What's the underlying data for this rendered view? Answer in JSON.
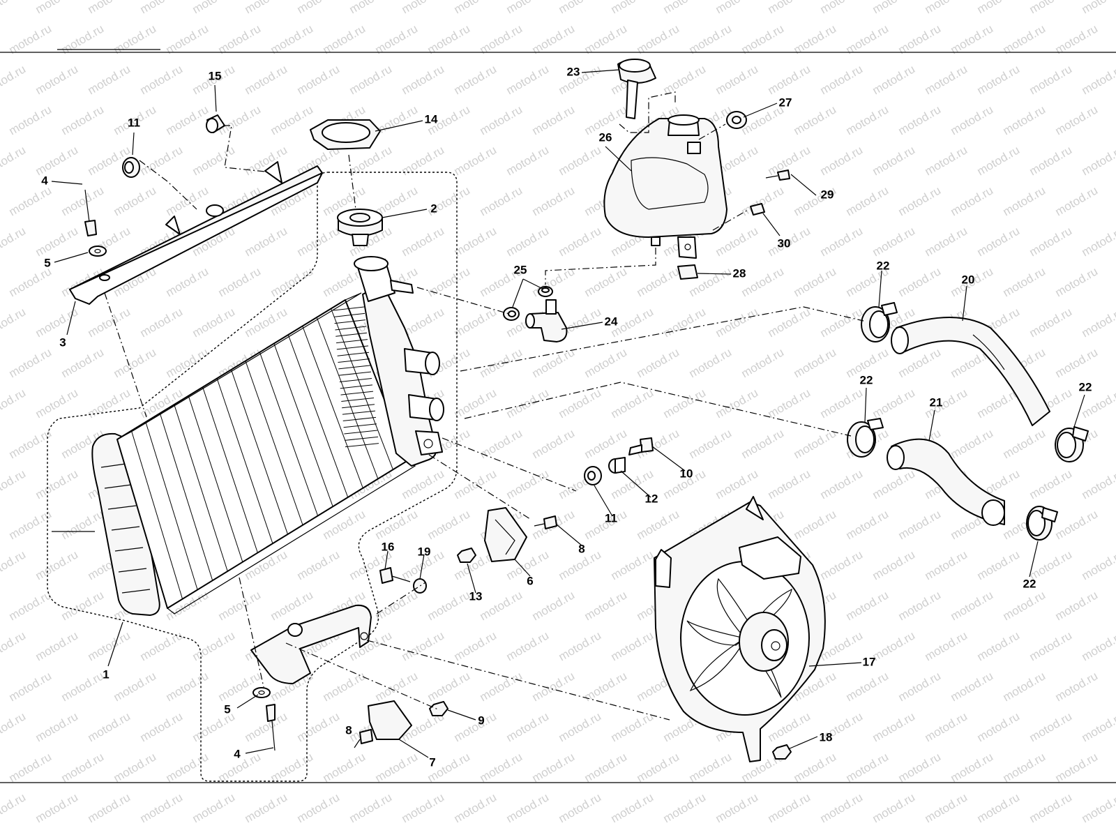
{
  "watermark": "motod.ru",
  "callouts": [
    {
      "id": "c1",
      "text": "1"
    },
    {
      "id": "c2",
      "text": "2"
    },
    {
      "id": "c3",
      "text": "3"
    },
    {
      "id": "c4a",
      "text": "4"
    },
    {
      "id": "c4b",
      "text": "4"
    },
    {
      "id": "c5a",
      "text": "5"
    },
    {
      "id": "c5b",
      "text": "5"
    },
    {
      "id": "c6",
      "text": "6"
    },
    {
      "id": "c7",
      "text": "7"
    },
    {
      "id": "c8a",
      "text": "8"
    },
    {
      "id": "c8b",
      "text": "8"
    },
    {
      "id": "c9",
      "text": "9"
    },
    {
      "id": "c10",
      "text": "10"
    },
    {
      "id": "c11a",
      "text": "11"
    },
    {
      "id": "c11b",
      "text": "11"
    },
    {
      "id": "c12",
      "text": "12"
    },
    {
      "id": "c13",
      "text": "13"
    },
    {
      "id": "c14",
      "text": "14"
    },
    {
      "id": "c15",
      "text": "15"
    },
    {
      "id": "c16",
      "text": "16"
    },
    {
      "id": "c17",
      "text": "17"
    },
    {
      "id": "c18",
      "text": "18"
    },
    {
      "id": "c19",
      "text": "19"
    },
    {
      "id": "c20",
      "text": "20"
    },
    {
      "id": "c21",
      "text": "21"
    },
    {
      "id": "c22a",
      "text": "22"
    },
    {
      "id": "c22b",
      "text": "22"
    },
    {
      "id": "c22c",
      "text": "22"
    },
    {
      "id": "c22d",
      "text": "22"
    },
    {
      "id": "c23",
      "text": "23"
    },
    {
      "id": "c24",
      "text": "24"
    },
    {
      "id": "c25",
      "text": "25"
    },
    {
      "id": "c26",
      "text": "26"
    },
    {
      "id": "c27",
      "text": "27"
    },
    {
      "id": "c28",
      "text": "28"
    },
    {
      "id": "c29",
      "text": "29"
    },
    {
      "id": "c30",
      "text": "30"
    }
  ]
}
